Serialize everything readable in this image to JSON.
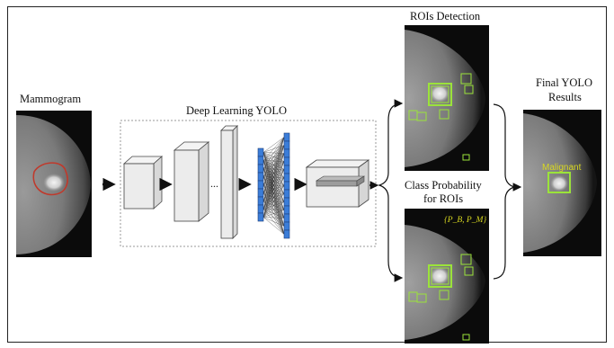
{
  "mammogram": {
    "label": "Mammogram"
  },
  "yolo_network": {
    "label": "Deep Learning YOLO",
    "ellipsis": "..."
  },
  "roi_detection": {
    "label": "ROIs Detection"
  },
  "class_probability": {
    "label_line1": "Class Probability",
    "label_line2": "for ROIs",
    "formula": "{P_B, P_M}"
  },
  "final_results": {
    "label_line1": "Final YOLO",
    "label_line2": "Results",
    "tag": "Malignant"
  },
  "colors": {
    "roi_box": "#9be33a",
    "tumor_outline": "#c0392b",
    "neuron": "#3b7dd8",
    "formula_text": "#d8d820"
  },
  "icons": [
    "arrow-right-icon",
    "curly-brace-icon"
  ]
}
